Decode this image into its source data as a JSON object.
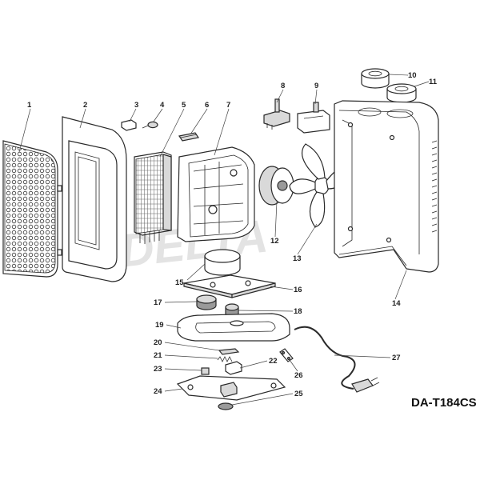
{
  "model_label": "DA-T184CS",
  "watermark": "DELTA",
  "part_numbers": [
    "1",
    "2",
    "3",
    "4",
    "5",
    "6",
    "7",
    "8",
    "9",
    "10",
    "11",
    "12",
    "13",
    "14",
    "15",
    "16",
    "17",
    "18",
    "19",
    "20",
    "21",
    "22",
    "23",
    "24",
    "25",
    "26",
    "27"
  ]
}
